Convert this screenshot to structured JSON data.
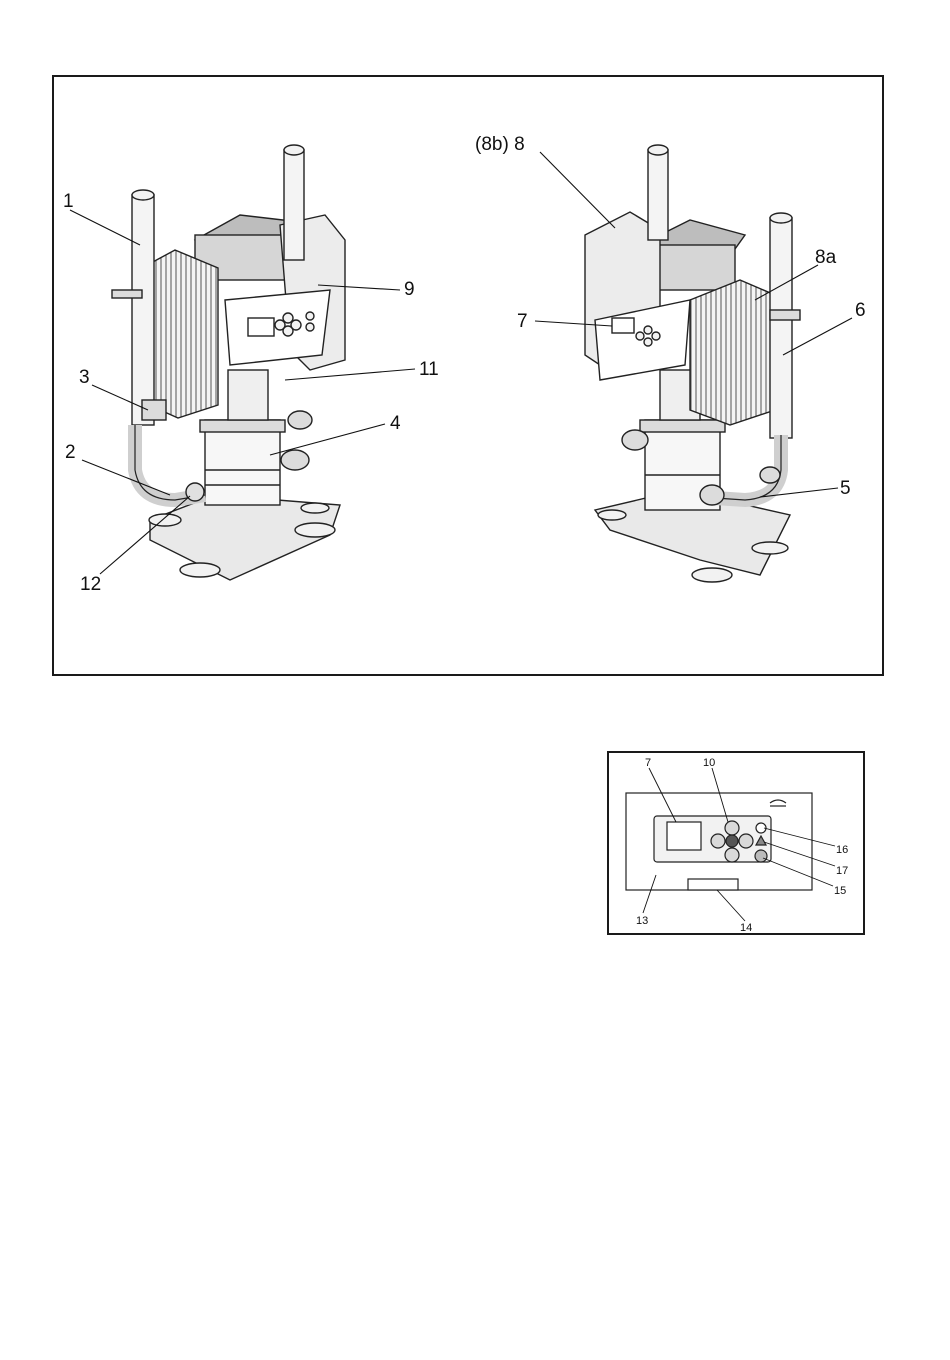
{
  "figure_main": {
    "left_unit_labels": {
      "l1": "1",
      "l2": "2",
      "l3": "3",
      "l4": "4",
      "l9": "9",
      "l11": "11",
      "l12": "12"
    },
    "right_unit_labels": {
      "l8b8": "(8b) 8",
      "l8a": "8a",
      "l7": "7",
      "l6": "6",
      "l5": "5"
    }
  },
  "figure_panel": {
    "labels": {
      "l7": "7",
      "l10": "10",
      "l16": "16",
      "l17": "17",
      "l15": "15",
      "l13": "13",
      "l14": "14"
    }
  }
}
